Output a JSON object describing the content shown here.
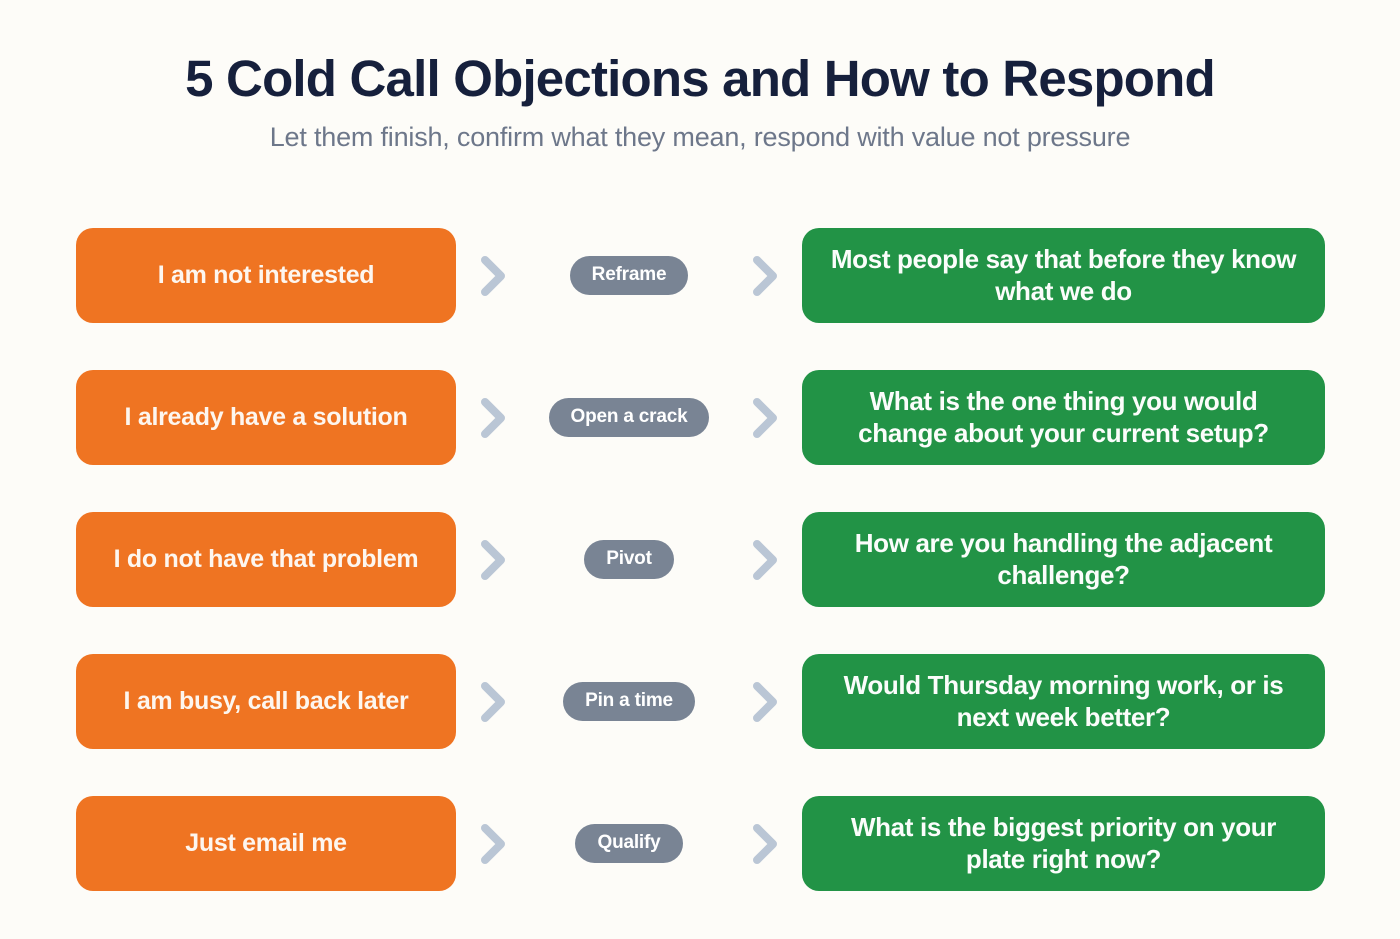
{
  "header": {
    "title": "5 Cold Call Objections and How to Respond",
    "subtitle": "Let them finish, confirm what they mean, respond with value not pressure"
  },
  "colors": {
    "background": "#fdfcf8",
    "title": "#16203c",
    "subtitle": "#6d778a",
    "objection": "#ef7422",
    "tactic": "#798494",
    "response": "#229346",
    "chevron": "#bac6d5",
    "text_light": "#ffffff"
  },
  "icons": {
    "chevron": "chevron-right-icon"
  },
  "rows": [
    {
      "objection": "I am not interested",
      "tactic": "Reframe",
      "response": "Most people say that before they know what we do"
    },
    {
      "objection": "I already have a solution",
      "tactic": "Open a crack",
      "response": "What is the one thing you would change about your current setup?"
    },
    {
      "objection": "I do not have that problem",
      "tactic": "Pivot",
      "response": "How are you handling the adjacent challenge?"
    },
    {
      "objection": "I am busy, call back later",
      "tactic": "Pin a time",
      "response": "Would Thursday morning work, or is next week better?"
    },
    {
      "objection": "Just email me",
      "tactic": "Qualify",
      "response": "What is the biggest priority on your plate right now?"
    }
  ]
}
